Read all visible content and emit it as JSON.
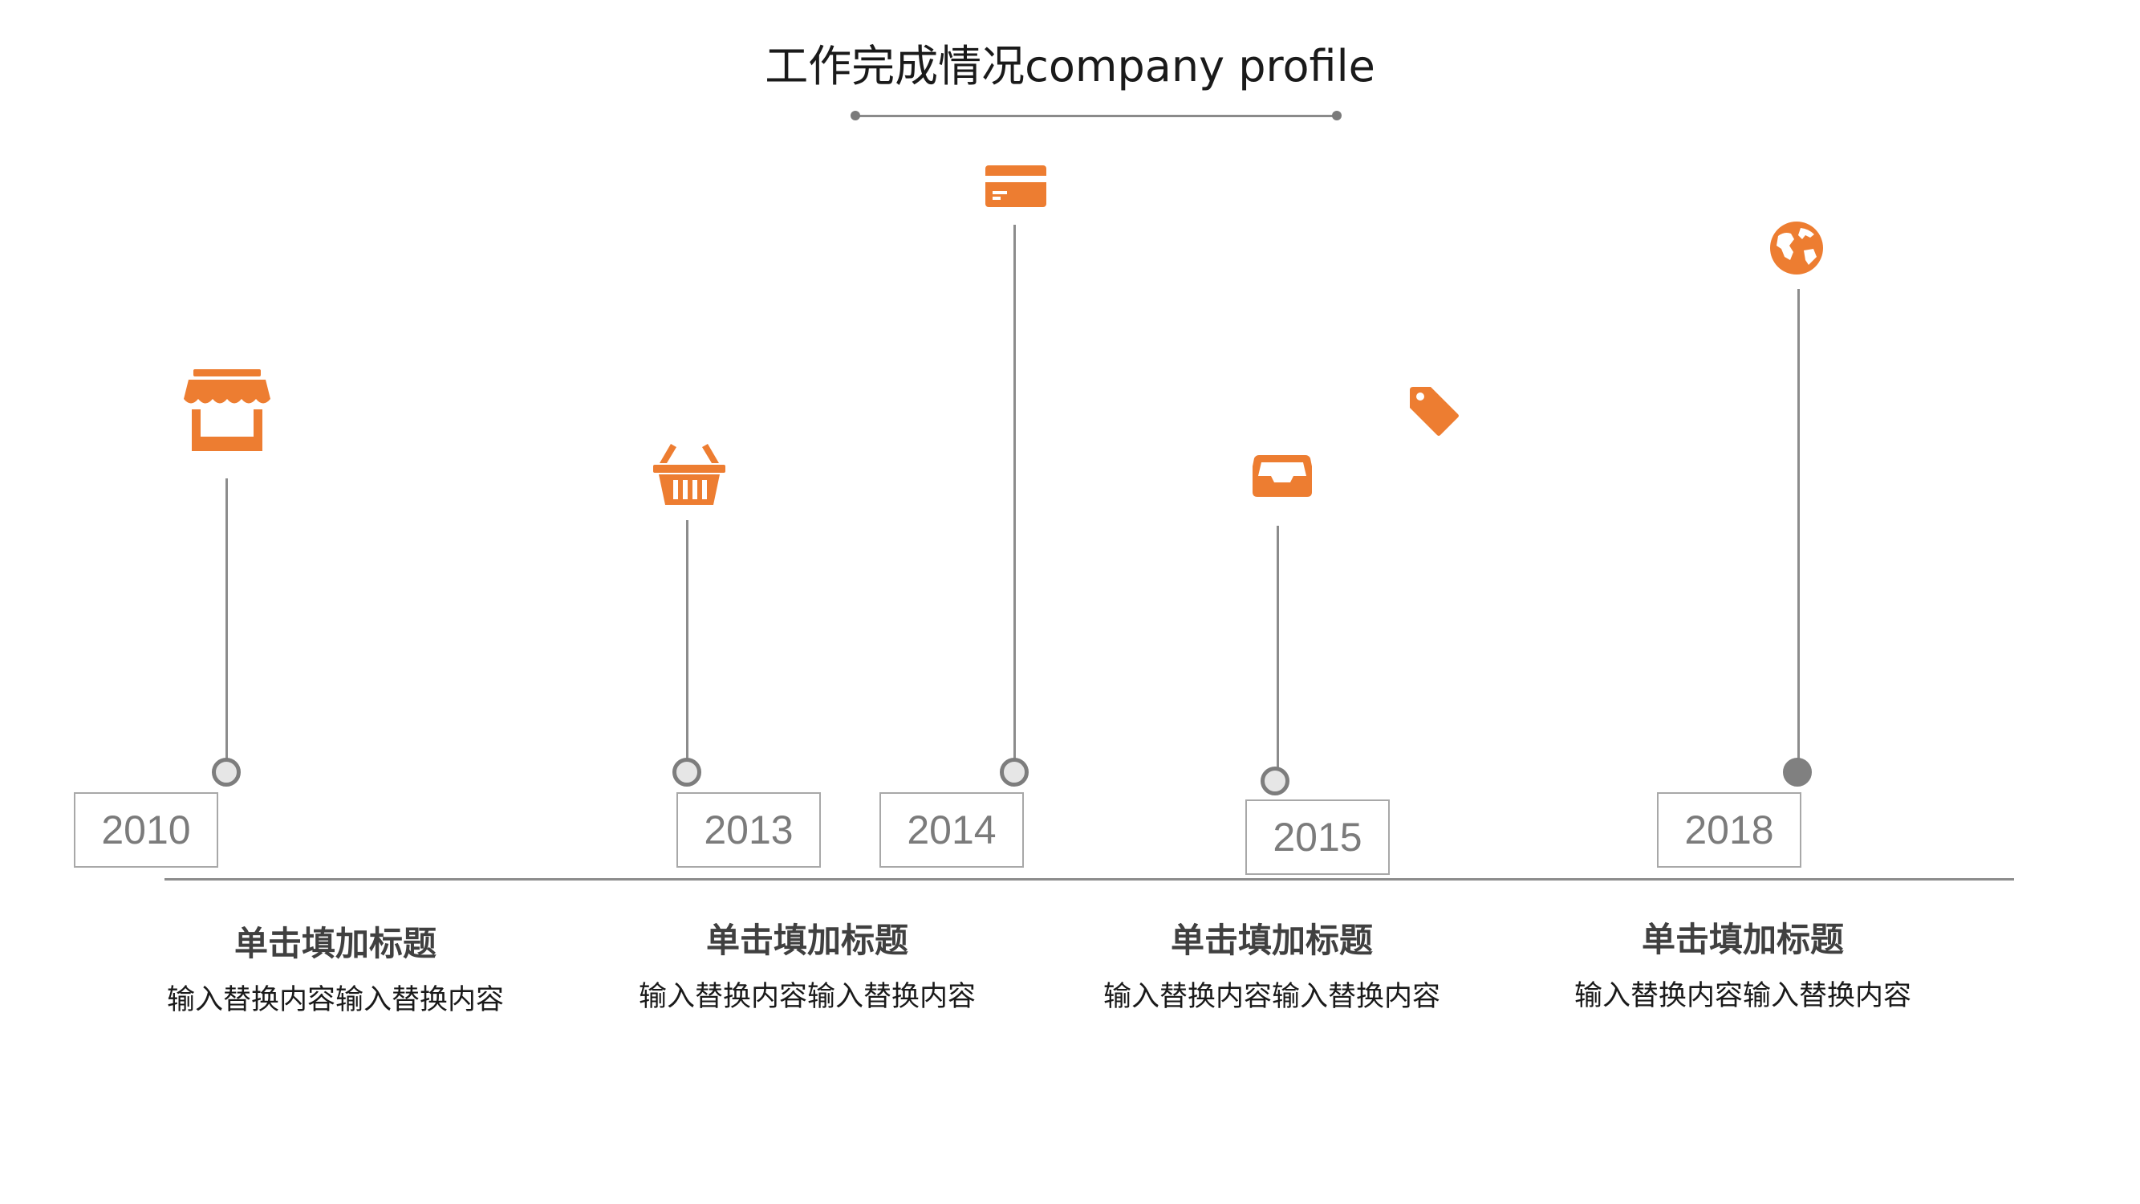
{
  "title": "工作完成情况company profile",
  "accent_color": "#ED7D31",
  "line_color": "#8C8C8C",
  "milestones": [
    {
      "year": "2010",
      "icon": "storefront-icon"
    },
    {
      "year": "2013",
      "icon": "shopping-basket-icon"
    },
    {
      "year": "2014",
      "icon": "credit-card-icon"
    },
    {
      "year": "2015",
      "icon": "inbox-tray-icon"
    },
    {
      "year": "2018",
      "icon": "globe-icon"
    }
  ],
  "extra_icons": [
    "price-tag-icon"
  ],
  "descriptions": [
    {
      "title": "单击填加标题",
      "text": "输入替换内容输入替换内容"
    },
    {
      "title": "单击填加标题",
      "text": "输入替换内容输入替换内容"
    },
    {
      "title": "单击填加标题",
      "text": "输入替换内容输入替换内容"
    },
    {
      "title": "单击填加标题",
      "text": "输入替换内容输入替换内容"
    }
  ]
}
